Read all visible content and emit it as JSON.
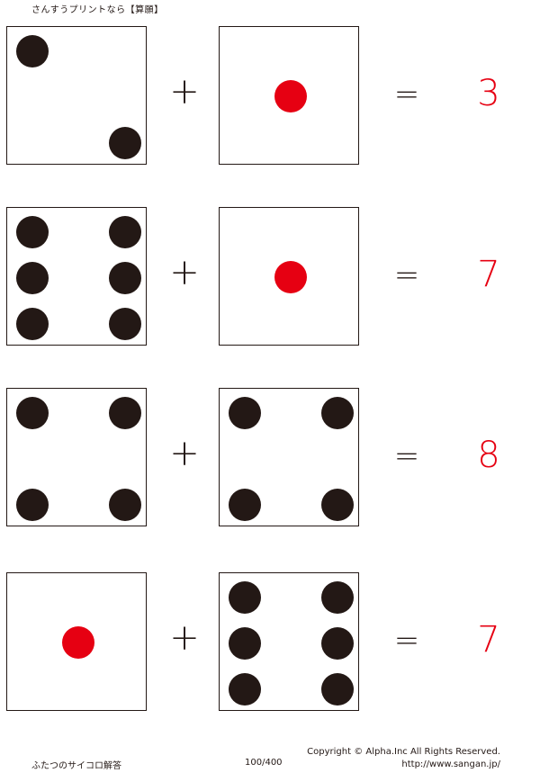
{
  "header": {
    "title": "さんすうプリントなら【算願】"
  },
  "problems": [
    {
      "left_pips": 2,
      "right_pips": 1,
      "operator": "+",
      "equals": "=",
      "answer": "3"
    },
    {
      "left_pips": 6,
      "right_pips": 1,
      "operator": "+",
      "equals": "=",
      "answer": "7"
    },
    {
      "left_pips": 4,
      "right_pips": 4,
      "operator": "+",
      "equals": "=",
      "answer": "8"
    },
    {
      "left_pips": 1,
      "right_pips": 6,
      "operator": "+",
      "equals": "=",
      "answer": "7"
    }
  ],
  "colors": {
    "pip": "#231815",
    "one_pip": "#e60012",
    "answer": "#e60012"
  },
  "footer": {
    "worksheet_title": "ふたつのサイコロ解答",
    "page_number": "100/400",
    "copyright": "Copyright ©  Alpha.Inc All Rights Reserved.",
    "url": "http://www.sangan.jp/"
  }
}
